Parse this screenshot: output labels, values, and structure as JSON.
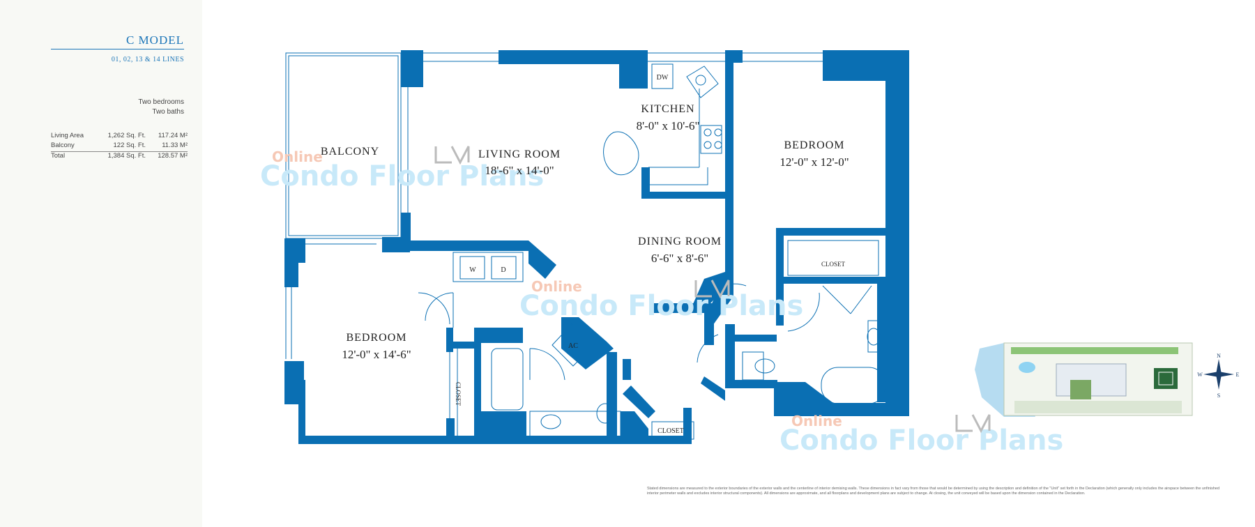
{
  "sidebar": {
    "title": "C MODEL",
    "subtitle": "01, 02, 13 & 14 LINES",
    "bedrooms": "Two bedrooms",
    "baths": "Two baths",
    "areas": [
      {
        "label": "Living Area",
        "sqft": "1,262 Sq. Ft.",
        "sqm": "117.24 M²"
      },
      {
        "label": "Balcony",
        "sqft": "122 Sq. Ft.",
        "sqm": "11.33 M²"
      },
      {
        "label": "Total",
        "sqft": "1,384 Sq. Ft.",
        "sqm": "128.57 M²"
      }
    ]
  },
  "plan": {
    "rooms": {
      "balcony": "BALCONY",
      "living_name": "LIVING ROOM",
      "living_dim": "18'-6\" x 14'-0\"",
      "kitchen_name": "KITCHEN",
      "kitchen_dim": "8'-0\" x 10'-6\"",
      "dining_name": "DINING ROOM",
      "dining_dim": "6'-6\" x 8'-6\"",
      "bed1_name": "BEDROOM",
      "bed1_dim": "12'-0\" x 14'-6\"",
      "bed2_name": "BEDROOM",
      "bed2_dim": "12'-0\" x 12'-0\""
    },
    "labels": {
      "dw": "DW",
      "w": "W",
      "d": "D",
      "ac": "AC",
      "closet1": "CLOSET",
      "closet2": "CLOSET",
      "closet3": "CLOSET"
    },
    "watermark": {
      "online": "Online",
      "brand": "Condo Floor Plans"
    },
    "compass": {
      "n": "N",
      "s": "S",
      "e": "E",
      "w": "W"
    },
    "colors": {
      "wall": "#0a6fb3",
      "accent": "#1b75b8",
      "watermark": "#c8e9f9",
      "watermark_online": "#f6c8b5"
    }
  },
  "disclaimer": "Stated dimensions are measured to the exterior boundaries of the exterior walls and the centerline of interior demising walls. These dimensions in fact vary from those that would be determined by using the description and definition of the \"Unit\" set forth in the Declaration (which generally only includes the airspace between the unfinished interior perimeter walls and excludes interior structural components). All dimensions are approximate, and all floorplans and development plans are subject to change. At closing, the unit conveyed will be based upon the dimension contained in the Declaration."
}
